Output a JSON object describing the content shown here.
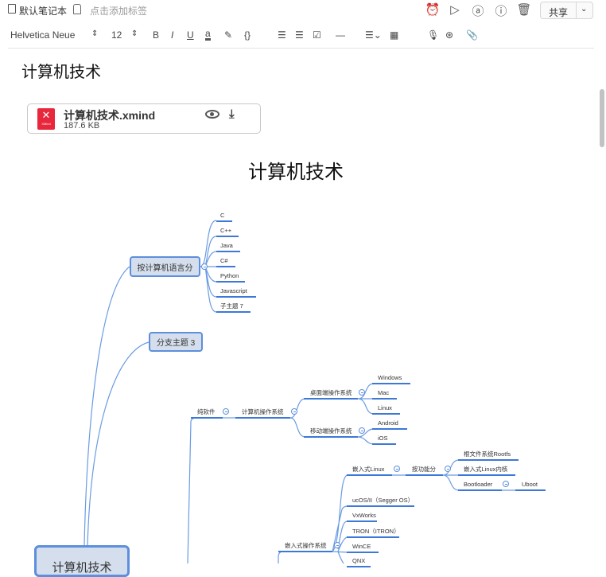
{
  "header": {
    "notebook": "默认笔记本",
    "tag_placeholder": "点击添加标签",
    "share": "共享"
  },
  "toolbar": {
    "font": "Helvetica Neue",
    "size": "12",
    "bold": "B",
    "italic": "I",
    "underline": "U",
    "fontcolor": "a",
    "code": "{}"
  },
  "note": {
    "title": "计算机技术"
  },
  "attachment": {
    "name": "计算机技术.xmind",
    "size": "187.6 KB",
    "badge": "XMind"
  },
  "mindmap": {
    "title": "计算机技术",
    "root": "计算机技术",
    "lang_group": "按计算机语言分",
    "languages": [
      "C",
      "C++",
      "Java",
      "C#",
      "Python",
      "Javascript",
      "子主题 7"
    ],
    "branch3": "分支主题 3",
    "pure_software": "纯软件",
    "computer_os": "计算机操作系统",
    "desktop_os": "桌面端操作系统",
    "desktop": [
      "Windows",
      "Mac",
      "Linux"
    ],
    "mobile_os": "移动端操作系统",
    "mobile": [
      "Android",
      "iOS"
    ],
    "embedded_os": "嵌入式操作系统",
    "embedded_linux": "嵌入式Linux",
    "by_function": "按功能分",
    "functions": [
      "根文件系统Rootfs",
      "嵌入式Linux内核",
      "Bootloader"
    ],
    "uboot": "Uboot",
    "embedded": [
      "ucOS/II（Segger OS）",
      "VxWorks",
      "TRON（ITRON）",
      "WinCE",
      "QNX"
    ]
  }
}
